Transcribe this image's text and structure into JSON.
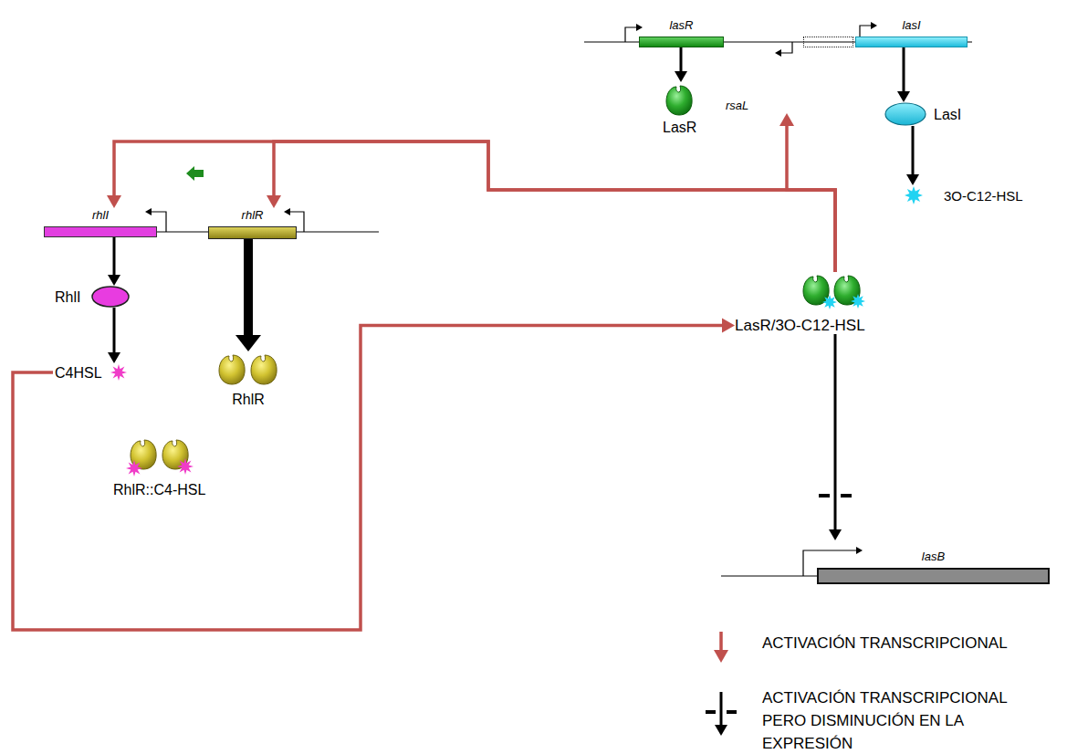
{
  "diagram": {
    "nodes": [
      {
        "text": [
          "lasR"
        ]
      },
      {
        "text": [
          "rsaL"
        ]
      },
      {
        "text": [
          "lasI"
        ]
      },
      {
        "text": [
          "LasR"
        ]
      },
      {
        "text": [
          "LasI"
        ]
      },
      {
        "text": [
          "3O-C12-HSL"
        ]
      },
      {
        "text": [
          "rhlI"
        ]
      },
      {
        "text": [
          "rhlR"
        ]
      },
      {
        "text": [
          "RhlI"
        ]
      },
      {
        "text": [
          "C4HSL"
        ]
      },
      {
        "text": [
          "RhlR"
        ]
      },
      {
        "text": [
          "RhlR::C4-HSL"
        ]
      },
      {
        "text": [
          "LasR/3O-C12-HSL"
        ]
      },
      {
        "text": [
          "lasB"
        ]
      }
    ],
    "edges": [
      {
        "from": 0,
        "to": 3,
        "arrow": "to"
      },
      {
        "from": 2,
        "to": 4,
        "arrow": "to"
      },
      {
        "from": 4,
        "to": 5,
        "arrow": "to"
      },
      {
        "from": 12,
        "to": 1,
        "arrow": "to"
      },
      {
        "from": 12,
        "to": 6,
        "arrow": "to"
      },
      {
        "from": 12,
        "to": 7,
        "arrow": "to"
      },
      {
        "from": 6,
        "to": 8,
        "arrow": "to"
      },
      {
        "from": 8,
        "to": 9,
        "arrow": "to"
      },
      {
        "from": 7,
        "to": 10,
        "arrow": "to"
      },
      {
        "from": 9,
        "to": 12,
        "arrow": "to"
      },
      {
        "from": 12,
        "to": 13,
        "arrow": "to"
      }
    ],
    "legend": [
      {
        "text": "ACTIVACIÓN TRANSCRIPCIONAL"
      },
      {
        "text": "ACTIVACIÓN TRANSCRIPCIONAL PERO DISMINUCIÓN EN LA EXPRESIÓN"
      }
    ]
  }
}
